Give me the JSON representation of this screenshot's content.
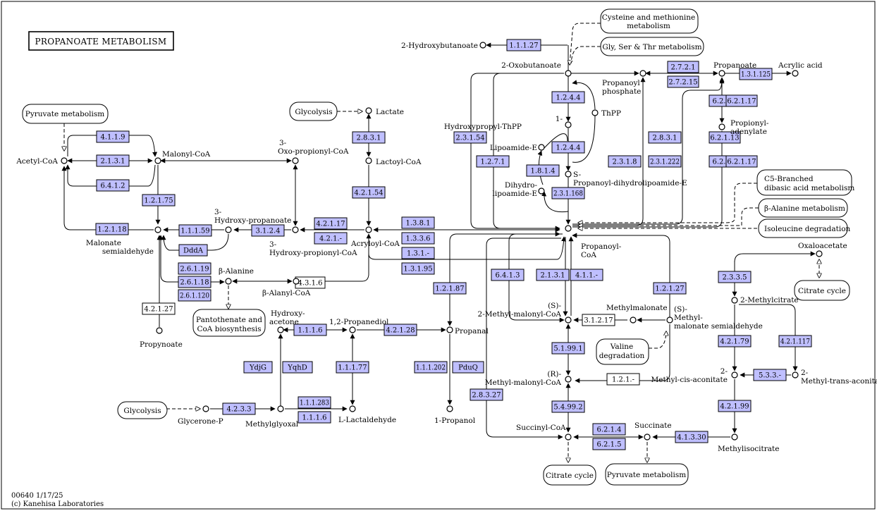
{
  "title": "PROPANOATE METABOLISM",
  "footer": [
    "00640 1/17/25",
    "(c) Kanehisa Laboratories"
  ],
  "colors": {
    "enzyme_fill": "#bfbfff",
    "enzyme_plain": "#ffffff",
    "line": "#000000"
  },
  "compounds": [
    {
      "label": "2-Hydroxybutanoate"
    },
    {
      "label": "2-Oxobutanoate"
    },
    {
      "label": "Propanoyl phosphate"
    },
    {
      "label": "Propanoate"
    },
    {
      "label": "Acrylic acid"
    },
    {
      "label": "1-Hydroxypropyl-ThPP"
    },
    {
      "label": "ThPP"
    },
    {
      "label": "Lipoamide-E"
    },
    {
      "label": "Dihydro-lipoamide-E"
    },
    {
      "label": "S-Propanoyl-dihydrolipoamide-E"
    },
    {
      "label": "Propionyl-adenylate"
    },
    {
      "label": "Acetyl-CoA"
    },
    {
      "label": "Malonyl-CoA"
    },
    {
      "label": "3-Oxo-propionyl-CoA"
    },
    {
      "label": "Lactate"
    },
    {
      "label": "Lactoyl-CoA"
    },
    {
      "label": "Malonate semialdehyde"
    },
    {
      "label": "3-Hydroxy-propanoate"
    },
    {
      "label": "3-Hydroxy-propionyl-CoA"
    },
    {
      "label": "Acryloyl-CoA"
    },
    {
      "label": "β-Alanine"
    },
    {
      "label": "β-Alanyl-CoA"
    },
    {
      "label": "Propynoate"
    },
    {
      "label": "Propanoyl-CoA"
    },
    {
      "label": "Oxaloacetate"
    },
    {
      "label": "(S)-2-Methyl-malonyl-CoA"
    },
    {
      "label": "Methylmalonate"
    },
    {
      "label": "(S)-Methyl-malonate semialdehyde"
    },
    {
      "label": "2-Methylcitrate"
    },
    {
      "label": "Hydroxy-acetone"
    },
    {
      "label": "1,2-Propanediol"
    },
    {
      "label": "Propanal"
    },
    {
      "label": "(R)-Methyl-malonyl-CoA"
    },
    {
      "label": "2-Methyl-cis-aconitate"
    },
    {
      "label": "2-Methyl-trans-aconitate"
    },
    {
      "label": "Glycerone-P"
    },
    {
      "label": "Methylglyoxal"
    },
    {
      "label": "L-Lactaldehyde"
    },
    {
      "label": "1-Propanol"
    },
    {
      "label": "Succinyl-CoA"
    },
    {
      "label": "Succinate"
    },
    {
      "label": "Methylisocitrate"
    }
  ],
  "maps": [
    {
      "label": "Cysteine and methionine metabolism"
    },
    {
      "label": "Gly, Ser & Thr metabolism"
    },
    {
      "label": "Pyruvate metabolism"
    },
    {
      "label": "Glycolysis"
    },
    {
      "label": "C5-Branched dibasic acid metabolism"
    },
    {
      "label": "β-Alanine metabolism"
    },
    {
      "label": "Isoleucine degradation"
    },
    {
      "label": "Citrate cycle"
    },
    {
      "label": "Pantothenate and CoA biosynthesis"
    },
    {
      "label": "Valine degradation"
    },
    {
      "label": "Glycolysis"
    },
    {
      "label": "Citrate cycle"
    },
    {
      "label": "Pyruvate metabolism"
    }
  ],
  "enzymes": [
    {
      "label": "1.1.1.27"
    },
    {
      "label": "2.7.2.1"
    },
    {
      "label": "2.7.2.15"
    },
    {
      "label": "1.3.1.125"
    },
    {
      "label": "1.2.4.4"
    },
    {
      "label": "1.2.4.4"
    },
    {
      "label": "1.8.1.4"
    },
    {
      "label": "2.3.1.168"
    },
    {
      "label": "1.2.7.1"
    },
    {
      "label": "2.3.1.54"
    },
    {
      "label": "2.8.3.1"
    },
    {
      "label": "2.3.1.8"
    },
    {
      "label": "2.3.1.222"
    },
    {
      "label": "6.2.1.1"
    },
    {
      "label": "6.2.1.17"
    },
    {
      "label": "6.2.1.13"
    },
    {
      "label": "6.2.1.1"
    },
    {
      "label": "6.2.1.17"
    },
    {
      "label": "4.1.1.9"
    },
    {
      "label": "2.1.3.1"
    },
    {
      "label": "6.4.1.2"
    },
    {
      "label": "2.8.3.1"
    },
    {
      "label": "4.2.1.54"
    },
    {
      "label": "1.2.1.75"
    },
    {
      "label": "1.2.1.18"
    },
    {
      "label": "1.1.1.59"
    },
    {
      "label": "DddA"
    },
    {
      "label": "3.1.2.4"
    },
    {
      "label": "4.2.1.17"
    },
    {
      "label": "4.2.1.-"
    },
    {
      "label": "1.3.8.1"
    },
    {
      "label": "1.3.3.6"
    },
    {
      "label": "1.3.1.-"
    },
    {
      "label": "1.3.1.95"
    },
    {
      "label": "2.6.1.19"
    },
    {
      "label": "2.6.1.18"
    },
    {
      "label": "2.6.1.120"
    },
    {
      "label": "4.3.1.6"
    },
    {
      "label": "4.2.1.27"
    },
    {
      "label": "6.4.1.3"
    },
    {
      "label": "2.1.3.1"
    },
    {
      "label": "4.1.1.-"
    },
    {
      "label": "1.2.1.87"
    },
    {
      "label": "1.2.1.27"
    },
    {
      "label": "2.3.3.5"
    },
    {
      "label": "3.1.2.17"
    },
    {
      "label": "5.1.99.1"
    },
    {
      "label": "1.1.1.6"
    },
    {
      "label": "4.2.1.28"
    },
    {
      "label": "YdjG"
    },
    {
      "label": "YqhD"
    },
    {
      "label": "1.1.1.77"
    },
    {
      "label": "1.1.1.202"
    },
    {
      "label": "PduQ"
    },
    {
      "label": "4.2.1.79"
    },
    {
      "label": "4.2.1.117"
    },
    {
      "label": "5.3.3.-"
    },
    {
      "label": "1.2.1.-"
    },
    {
      "label": "4.2.3.3"
    },
    {
      "label": "1.1.1.283"
    },
    {
      "label": "1.1.1.6"
    },
    {
      "label": "5.4.99.2"
    },
    {
      "label": "2.8.3.27"
    },
    {
      "label": "4.2.1.99"
    },
    {
      "label": "6.2.1.4"
    },
    {
      "label": "6.2.1.5"
    },
    {
      "label": "4.1.3.30"
    }
  ]
}
